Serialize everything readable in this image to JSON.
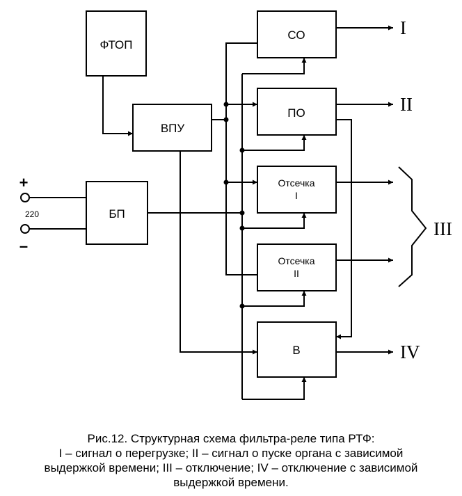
{
  "blocks": {
    "ftop": "ФТОП",
    "vpu": "ВПУ",
    "bp": "БП",
    "so": "СО",
    "po": "ПО",
    "otsechka1_line1": "Отсечка",
    "otsechka1_line2": "I",
    "otsechka2_line1": "Отсечка",
    "otsechka2_line2": "II",
    "v": "В"
  },
  "outputs": {
    "out1": "I",
    "out2": "II",
    "out3": "III",
    "out4": "IV"
  },
  "supply": {
    "plus": "+",
    "minus": "–",
    "voltage": "220"
  },
  "caption": {
    "line1": "Рис.12. Структурная схема фильтра-реле типа РТФ:",
    "line2": "I – сигнал о перегрузке; II – сигнал о пуске органа с зависимой",
    "line3": "выдержкой времени; III – отключение; IV – отключение с зависимой",
    "line4": "выдержкой времени."
  }
}
